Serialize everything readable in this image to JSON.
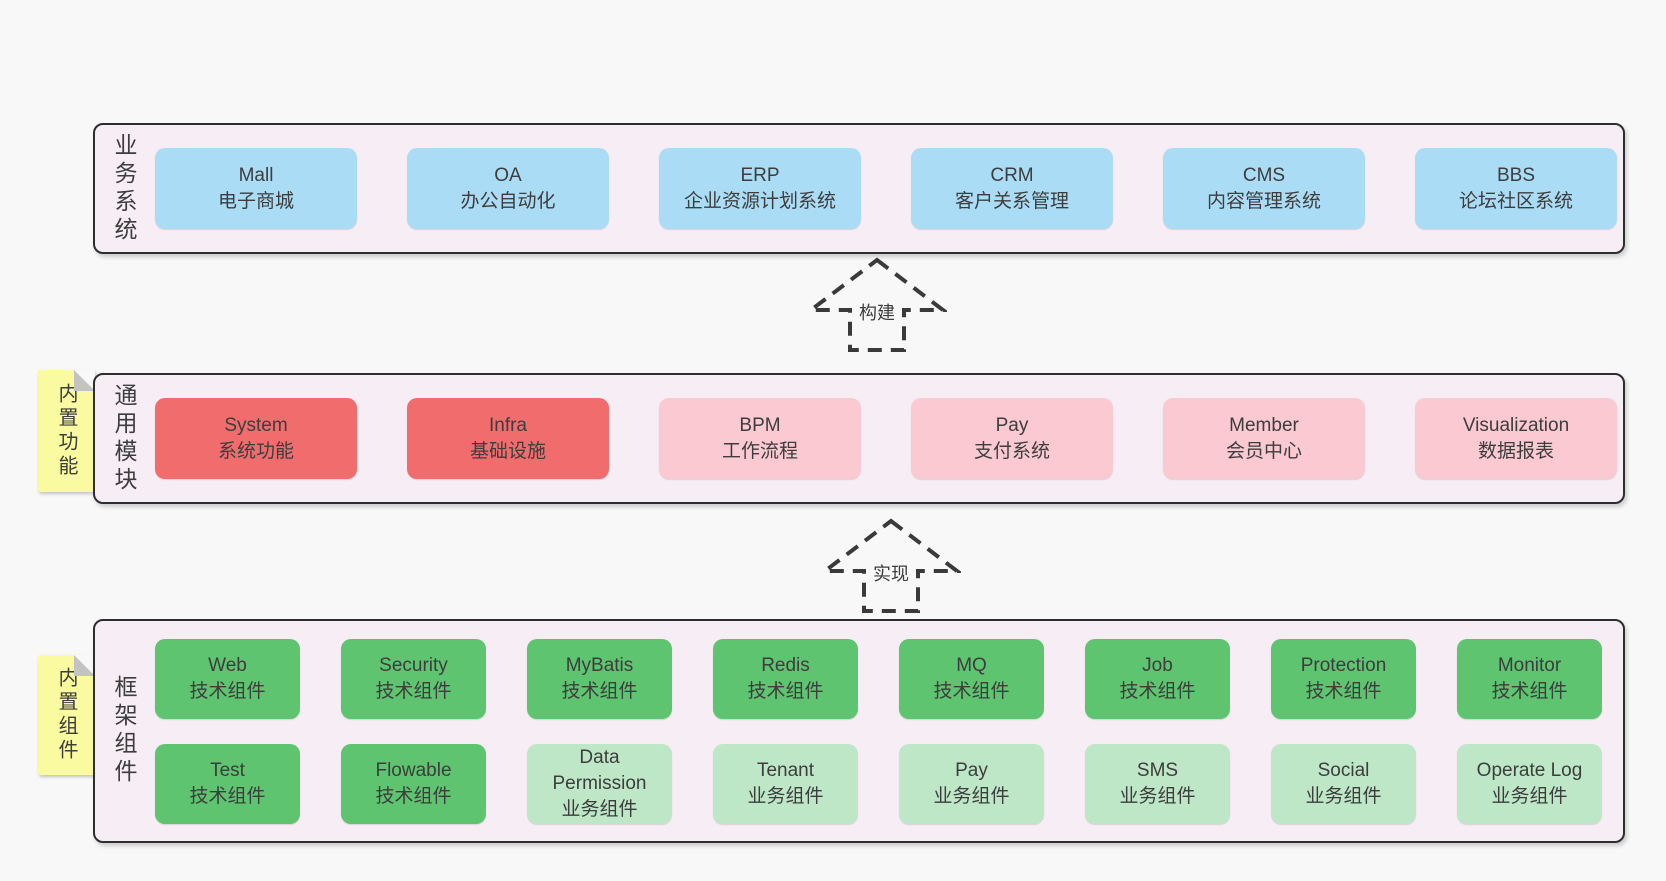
{
  "colors": {
    "page-bg": "#f9f8f8",
    "panel-bg": "#f7edf5",
    "panel-border": "#2e2e2e",
    "box-blue": "#abdcf5",
    "box-red": "#f16d6d",
    "box-pink": "#fac9d1",
    "box-green": "#5ec470",
    "box-lightgreen": "#bde7c6",
    "note-yellow": "#fafaa0",
    "note-fold": "#c3c3c3",
    "text": "#3d3d3d",
    "arrow": "#3a3a3a"
  },
  "panels": [
    {
      "label": "业务系统",
      "boxes": [
        {
          "name": "Mall",
          "subtitle": "电子商城"
        },
        {
          "name": "OA",
          "subtitle": "办公自动化"
        },
        {
          "name": "ERP",
          "subtitle": "企业资源计划系统"
        },
        {
          "name": "CRM",
          "subtitle": "客户关系管理"
        },
        {
          "name": "CMS",
          "subtitle": "内容管理系统"
        },
        {
          "name": "BBS",
          "subtitle": "论坛社区系统"
        }
      ]
    },
    {
      "label": "通用模块",
      "boxes": [
        {
          "name": "System",
          "subtitle": "系统功能"
        },
        {
          "name": "Infra",
          "subtitle": "基础设施"
        },
        {
          "name": "BPM",
          "subtitle": "工作流程"
        },
        {
          "name": "Pay",
          "subtitle": "支付系统"
        },
        {
          "name": "Member",
          "subtitle": "会员中心"
        },
        {
          "name": "Visualization",
          "subtitle": "数据报表"
        }
      ]
    },
    {
      "label": "框架组件",
      "boxes": [
        {
          "name": "Web",
          "subtitle": "技术组件"
        },
        {
          "name": "Security",
          "subtitle": "技术组件"
        },
        {
          "name": "MyBatis",
          "subtitle": "技术组件"
        },
        {
          "name": "Redis",
          "subtitle": "技术组件"
        },
        {
          "name": "MQ",
          "subtitle": "技术组件"
        },
        {
          "name": "Job",
          "subtitle": "技术组件"
        },
        {
          "name": "Protection",
          "subtitle": "技术组件"
        },
        {
          "name": "Monitor",
          "subtitle": "技术组件"
        },
        {
          "name": "Test",
          "subtitle": "技术组件"
        },
        {
          "name": "Flowable",
          "subtitle": "技术组件"
        },
        {
          "name": "Data Permission",
          "subtitle": "业务组件"
        },
        {
          "name": "Tenant",
          "subtitle": "业务组件"
        },
        {
          "name": "Pay",
          "subtitle": "业务组件"
        },
        {
          "name": "SMS",
          "subtitle": "业务组件"
        },
        {
          "name": "Social",
          "subtitle": "业务组件"
        },
        {
          "name": "Operate Log",
          "subtitle": "业务组件"
        }
      ]
    }
  ],
  "notes": [
    {
      "text": "内置功能"
    },
    {
      "text": "内置组件"
    }
  ],
  "arrows": [
    {
      "label": "构建"
    },
    {
      "label": "实现"
    }
  ]
}
